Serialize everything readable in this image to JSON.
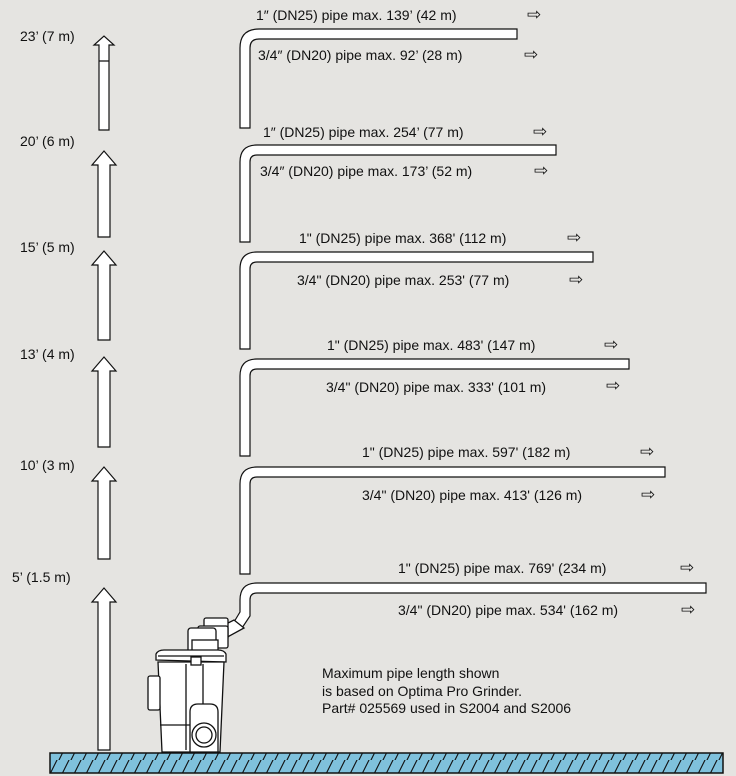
{
  "colors": {
    "background": "#e5e4e1",
    "ground_fill": "#7fc1dc",
    "ink": "#111111"
  },
  "icons": {
    "pipe_arrow": "right-outline-arrow",
    "height_arrow": "up-outline-arrow"
  },
  "levels": [
    {
      "height": "23’ (7 m)",
      "pipe1": "1″ (DN25) pipe max. 139’ (42 m)",
      "pipe2": "3/4″ (DN20) pipe max. 92’ (28 m)"
    },
    {
      "height": "20’ (6 m)",
      "pipe1": "1″ (DN25) pipe max. 254’  (77 m)",
      "pipe2": "3/4″ (DN20) pipe max. 173’ (52 m)"
    },
    {
      "height": "15’ (5 m)",
      "pipe1": "1\" (DN25) pipe max. 368' (112 m)",
      "pipe2": "3/4\" (DN20) pipe max. 253' (77 m)"
    },
    {
      "height": "13’ (4 m)",
      "pipe1": "1\" (DN25) pipe max. 483' (147 m)",
      "pipe2": "3/4\" (DN20) pipe max. 333' (101 m)"
    },
    {
      "height": "10’ (3 m)",
      "pipe1": "1\" (DN25) pipe max. 597' (182 m)",
      "pipe2": "3/4\" (DN20) pipe max. 413' (126 m)"
    },
    {
      "height": "5’ (1.5 m)",
      "pipe1": "1\" (DN25) pipe max. 769' (234 m)",
      "pipe2": "3/4\" (DN20) pipe max. 534' (162 m)"
    }
  ],
  "note": {
    "line1": "Maximum pipe length shown",
    "line2": "is based on Optima Pro Grinder.",
    "line3": "Part# 025569 used in S2004 and S2006"
  }
}
